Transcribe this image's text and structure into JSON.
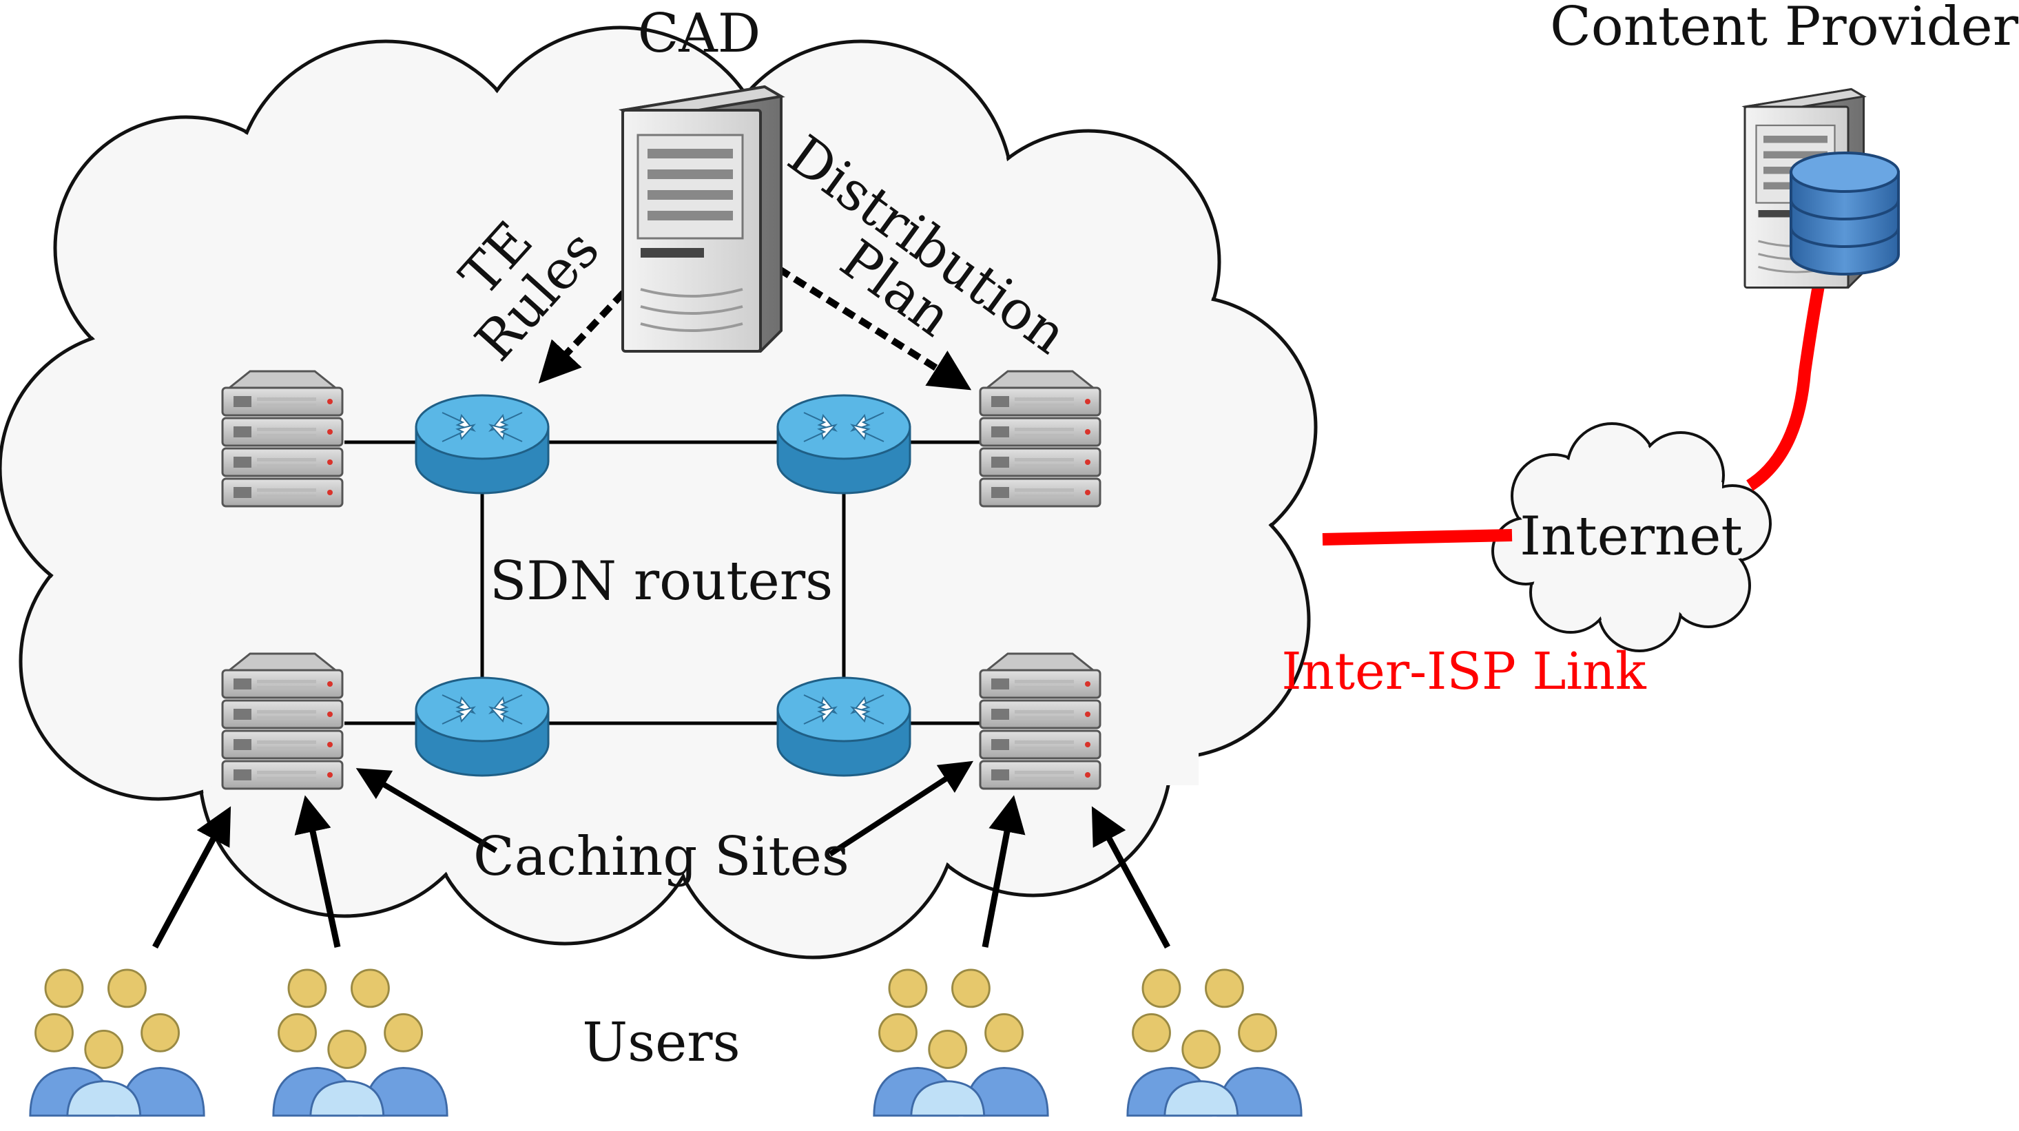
{
  "labels": {
    "cad": "CAD",
    "content_provider": "Content Provider",
    "te_rules_line1": "TE",
    "te_rules_line2": "Rules",
    "distribution_line1": "Distribution",
    "distribution_line2": "Plan",
    "sdn_routers": "SDN routers",
    "internet": "Internet",
    "inter_isp_link": "Inter-ISP Link",
    "caching_sites": "Caching Sites",
    "users": "Users"
  },
  "colors": {
    "cloud_fill": "#f7f7f7",
    "router_top": "#5ab7e6",
    "router_side": "#2e87bb",
    "inter_isp": "#ff0000",
    "user_head": "#e6c86c",
    "user_body_dark": "#6d9fe0",
    "user_body_light": "#bfe0f7",
    "database": "#3f7ec2"
  },
  "icons": {
    "cad_server": "tower-server-icon",
    "content_server": "tower-server-with-database-icon",
    "cache": "rack-server-icon",
    "router": "sdn-router-icon",
    "users": "user-group-icon",
    "internet": "small-cloud-icon"
  }
}
